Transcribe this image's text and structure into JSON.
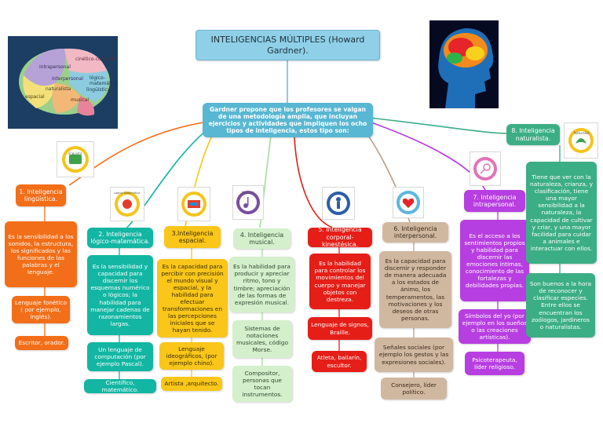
{
  "title": "INTELIGENCIAS MÚLTIPLES (Howard Gardner).",
  "central": "Gardner propone que los profesores se valgan de una metodología amplia, que incluyan ejercicios y actividades que impliquen los ocho tipos de inteligencia, estos tipo son:",
  "brain_labels": [
    "intrapersonal",
    "cinético-corporal",
    "interpersonal",
    "lógico-matemática",
    "naturalista",
    "lingüística",
    "espacial",
    "musical"
  ],
  "icon_labels": {
    "linguistica": "linguistic",
    "logica": "Lógico-Matemática",
    "musical": "Musical",
    "naturalista": "Naturalist"
  },
  "nodes": [
    {
      "id": "n1",
      "header": "1. Inteligencia lingüística.",
      "items": [
        "Es la sensibilidad a los sonidos, la estructura, los significados y las funciones de las palabras y el lenguaje.",
        "Lenguaje fonético ( por ejemplo, inglés).",
        "Escritor, orador."
      ]
    },
    {
      "id": "n2",
      "header": "2. Inteligencia lógico-matemática.",
      "items": [
        "Es la sensibilidad y capacidad para discernir los esquemas numérico o lógicos; la habilidad para manejar cadenas de razonamientos largas.",
        "Un lenguaje de computación (por ejemplo Pascal).",
        "Científico, matemático."
      ]
    },
    {
      "id": "n3",
      "header": "3.Inteligencia espacial.",
      "items": [
        "Es la capacidad para percibir con precisión el mundo visual y espacial, y la habilidad para efectuar transformaciones en las percepciones iniciales que se hayan tenido.",
        "Lenguaje ideográficos, (por ejemplo chino).",
        "Artista ,arquitecto."
      ]
    },
    {
      "id": "n4",
      "header": "4. Inteligencia musical.",
      "items": [
        "Es la habilidad para producir y apreciar ritmo, tono y timbre; apreciación de las formas de expresión musical.",
        "Sistemas de notaciones musicales, código Morse.",
        "Compositor, personas que tocan instrumentos."
      ]
    },
    {
      "id": "n5",
      "header": "5. Inteligencia corporal-kinestésica.",
      "items": [
        "Es la habilidad para controlar los movimientos del cuerpo y manejar objetos con destreza.",
        "Lenguaje de signos, Braille.",
        "Atleta, bailarín, escultor."
      ]
    },
    {
      "id": "n6",
      "header": "6. Inteligencia interpersonal.",
      "items": [
        "Es la capacidad para discernir y responder de manera adecuada a los estados de ánimo, los temperamentos, las motivaciones y los deseos de otras personas.",
        "Señales sociales (por ejemplo los gestos y las expresiones sociales).",
        "Consejero, líder político."
      ]
    },
    {
      "id": "n7",
      "header": "7. Inteligencia intrapersonal.",
      "items": [
        "Es el acceso a los sentimientos propios y habilidad para discernir las emociones íntimas, conocimiento de las fortalezas y debilidades propias.",
        "Símbolos del yo (por ejemplo en los sueños o las creaciones artísticas).",
        "Psicoterapeuta, líder religioso."
      ]
    },
    {
      "id": "n8",
      "header": "8. Inteligencia naturalista.",
      "items": [
        "Tiene que ver con la naturaleza, crianza, y clasificación, tiene una mayor sensibilidad a la naturaleza, la capacidad de cultivar y criar, y una mayor facilidad para cuidar a animales e interactuar con ellos.",
        "Son buenos a la hora de reconocer y clasificar especies. Entre ellos se encuentran los zoólogos, jardineros o naturalistas."
      ]
    }
  ],
  "colors": {
    "n1": "#f36e18",
    "n2": "#13b6a3",
    "n3": "#f9c619",
    "n4": "#d4efcc",
    "n5": "#e51e18",
    "n6": "#d0b8a0",
    "n7": "#b73ee1",
    "n8": "#3cae86",
    "central": "#58b7d2"
  }
}
